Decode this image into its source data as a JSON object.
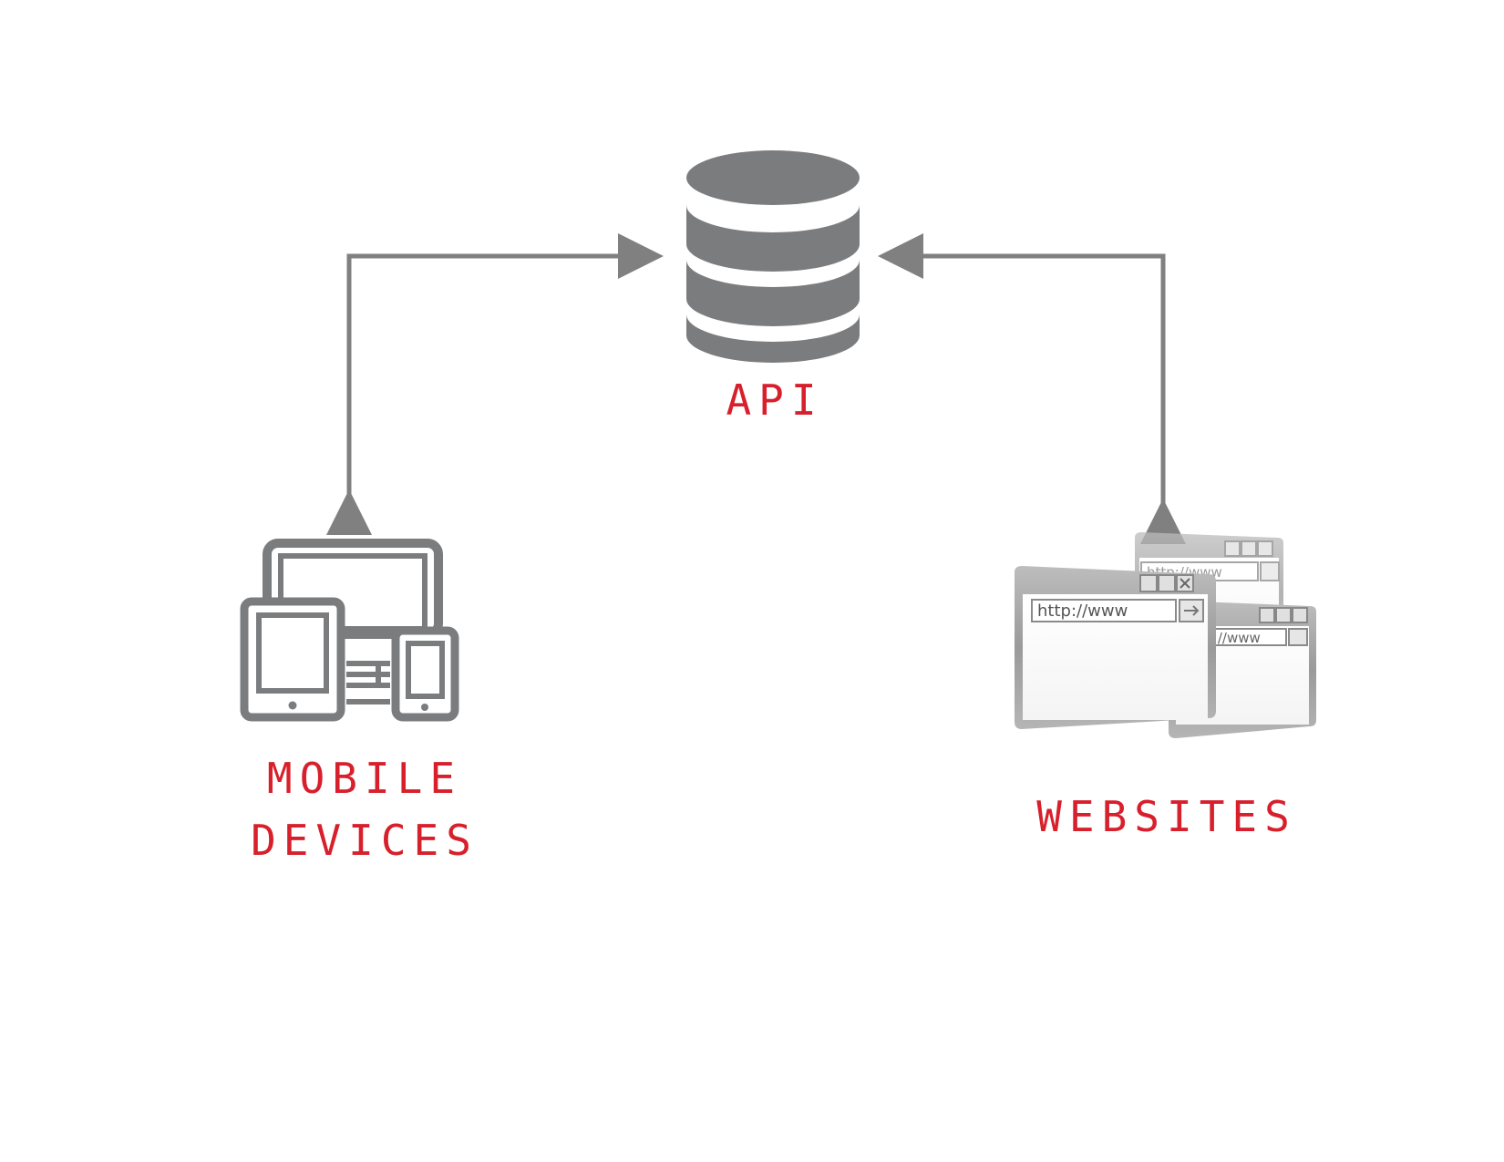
{
  "nodes": {
    "api": {
      "label": "API",
      "icon": "database-icon"
    },
    "mobile": {
      "label_line1": "MOBILE",
      "label_line2": "DEVICES",
      "icon": "devices-icon"
    },
    "websites": {
      "label": "WEBSITES",
      "icon": "browser-windows-icon"
    }
  },
  "browser": {
    "url_text": "http://www"
  },
  "edges": [
    {
      "from": "mobile",
      "to": "api",
      "direction": "bidirectional"
    },
    {
      "from": "websites",
      "to": "api",
      "direction": "bidirectional"
    }
  ],
  "colors": {
    "icon": "#7b7c7e",
    "arrow": "#808080",
    "label": "#d7202c",
    "background": "#ffffff"
  }
}
